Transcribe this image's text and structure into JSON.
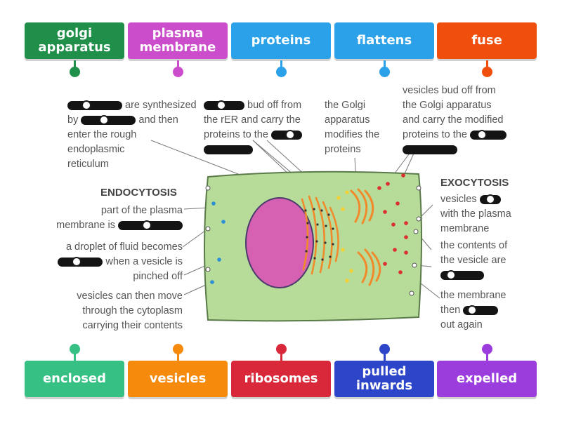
{
  "top_tiles": [
    {
      "id": "golgi-apparatus",
      "label": "golgi\napparatus",
      "color": "#1f8f4a"
    },
    {
      "id": "plasma-membrane",
      "label": "plasma\nmembrane",
      "color": "#cc4dcc"
    },
    {
      "id": "proteins",
      "label": "proteins",
      "color": "#2aa1e8"
    },
    {
      "id": "flattens",
      "label": "flattens",
      "color": "#2aa1e8"
    },
    {
      "id": "fuse",
      "label": "fuse",
      "color": "#f04e0c"
    }
  ],
  "bottom_tiles": [
    {
      "id": "enclosed",
      "label": "enclosed",
      "color": "#36c083"
    },
    {
      "id": "vesicles",
      "label": "vesicles",
      "color": "#f58a0c"
    },
    {
      "id": "ribosomes",
      "label": "ribosomes",
      "color": "#d9283a"
    },
    {
      "id": "pulled-inwards",
      "label": "pulled\ninwards",
      "color": "#2d45c9"
    },
    {
      "id": "expelled",
      "label": "expelled",
      "color": "#9a3ddc"
    }
  ],
  "labels": {
    "l1": {
      "a": "are synthesized",
      "b": "by",
      "c": "and then",
      "d": "enter the rough",
      "e": "endoplasmic",
      "f": "reticulum"
    },
    "l2": {
      "a": "bud off from",
      "b": "the rER and carry the",
      "c": "proteins to the"
    },
    "l3": {
      "a": "the Golgi",
      "b": "apparatus",
      "c": "modifies the",
      "d": "proteins"
    },
    "l4": {
      "a": "vesicles bud off from",
      "b": "the Golgi apparatus",
      "c": "and carry the modified",
      "d": "proteins to the"
    },
    "endocytosis_title": "ENDOCYTOSIS",
    "e1": {
      "a": "part of the plasma",
      "b": "membrane is"
    },
    "e2": {
      "a": "a droplet of fluid becomes",
      "b": "when a vesicle is",
      "c": "pinched off"
    },
    "e3": {
      "a": "vesicles can then move",
      "b": "through the cytoplasm",
      "c": "carrying their contents"
    },
    "exocytosis_title": "EXOCYTOSIS",
    "x1": {
      "a": "vesicles",
      "b": "with the plasma",
      "c": "membrane"
    },
    "x2": {
      "a": "the contents of",
      "b": "the vesicle are"
    },
    "x3": {
      "a": "the membrane",
      "b": "then",
      "c": "out again"
    }
  },
  "colors": {
    "cell": "#b7dc9a",
    "nucleus": "#d660b2",
    "er": "#f08a2a",
    "golgi": "#f08a2a",
    "vesicle_red": "#dc2f2f",
    "vesicle_blue": "#2b8fd4",
    "vesicle_yellow": "#f2d23a"
  }
}
